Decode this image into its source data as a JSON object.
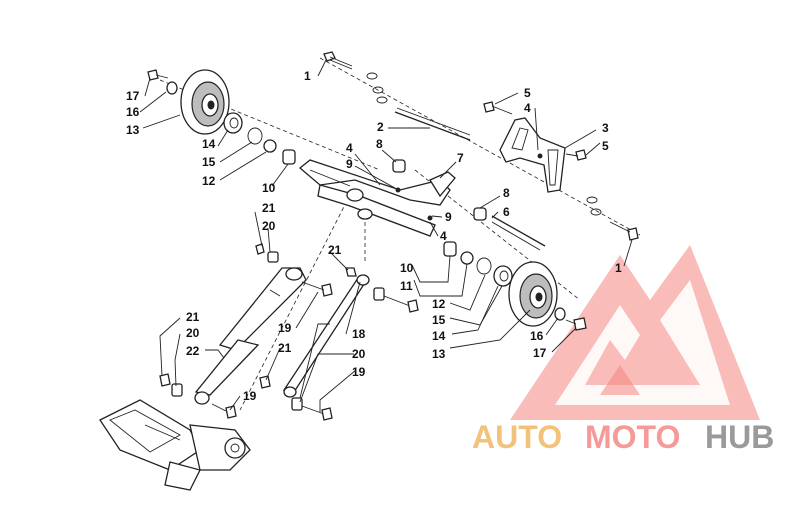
{
  "callouts": [
    "1",
    "2",
    "3",
    "4",
    "5",
    "6",
    "7",
    "8",
    "9",
    "10",
    "11",
    "12",
    "13",
    "14",
    "15",
    "16",
    "17",
    "18",
    "19",
    "20",
    "21",
    "22"
  ],
  "watermark": {
    "auto": "AUTO",
    "moto": "MOTO",
    "hub": "HUB",
    "colors": {
      "auto": "#f3c27a",
      "moto": "#f59a97",
      "hub": "#9a9a9a",
      "logo": "#f36f6a"
    }
  }
}
